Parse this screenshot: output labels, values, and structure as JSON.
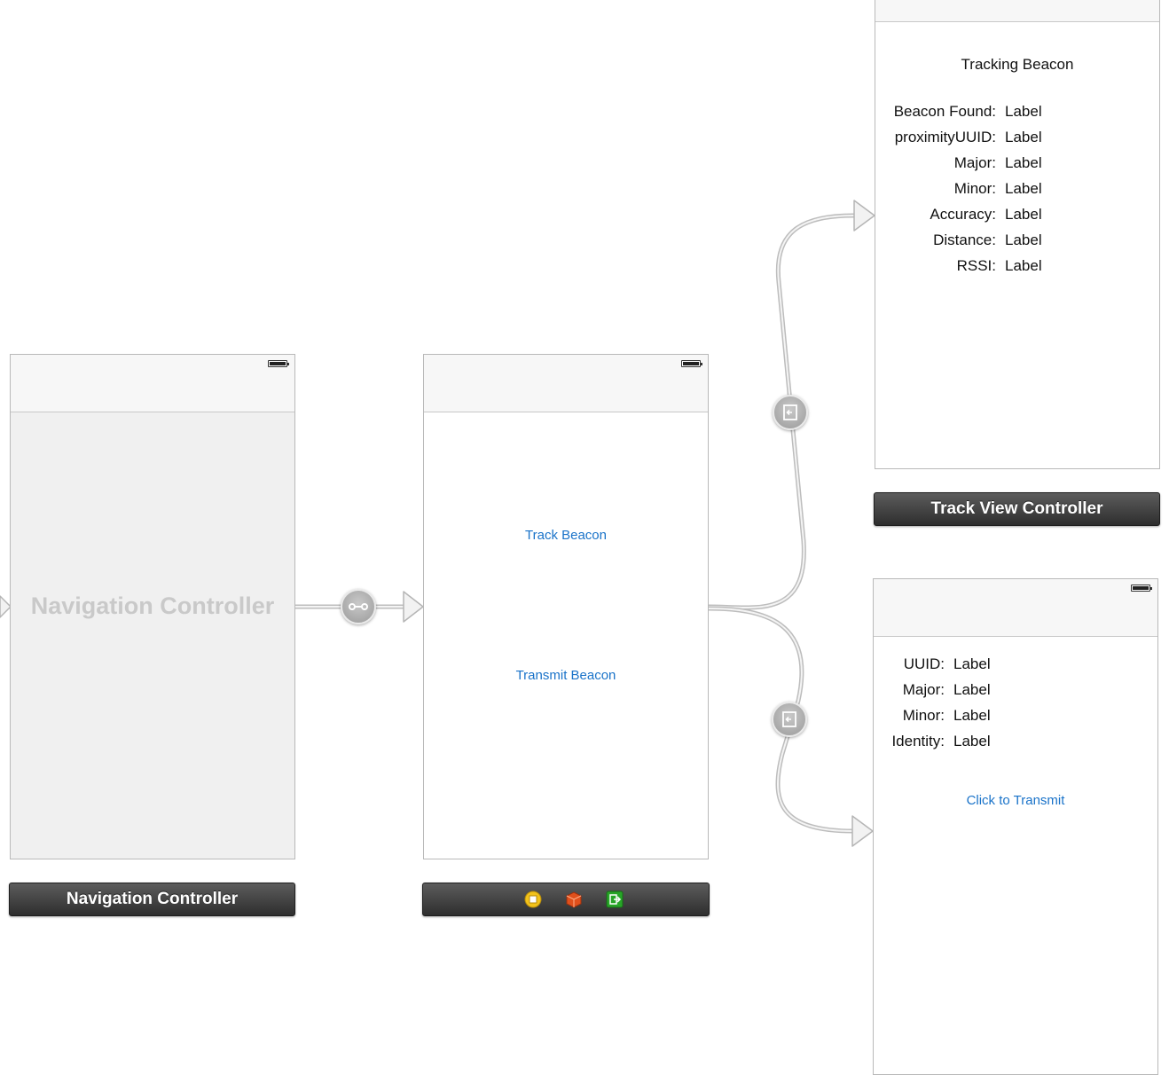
{
  "colors": {
    "link": "#1a73c9",
    "dock_bg": "#2e2e2e",
    "navbar_bg": "#f7f7f7",
    "nav_placeholder_bg": "#f0f0f0",
    "segue_badge": "#9a9a9a",
    "connector": "#c7c7c7"
  },
  "navigation_controller": {
    "placeholder_title": "Navigation Controller",
    "dock_title": "Navigation Controller"
  },
  "root_scene": {
    "track_button": "Track Beacon",
    "transmit_button": "Transmit Beacon",
    "dock_icons": [
      "view-controller-icon",
      "first-responder-icon",
      "exit-icon"
    ]
  },
  "track_scene": {
    "title": "Tracking Beacon",
    "rows": [
      {
        "name": "Beacon Found:",
        "value": "Label"
      },
      {
        "name": "proximityUUID:",
        "value": "Label"
      },
      {
        "name": "Major:",
        "value": "Label"
      },
      {
        "name": "Minor:",
        "value": "Label"
      },
      {
        "name": "Accuracy:",
        "value": "Label"
      },
      {
        "name": "Distance:",
        "value": "Label"
      },
      {
        "name": "RSSI:",
        "value": "Label"
      }
    ],
    "dock_title": "Track View Controller"
  },
  "transmit_scene": {
    "rows": [
      {
        "name": "UUID:",
        "value": "Label"
      },
      {
        "name": "Major:",
        "value": "Label"
      },
      {
        "name": "Minor:",
        "value": "Label"
      },
      {
        "name": "Identity:",
        "value": "Label"
      }
    ],
    "transmit_button": "Click to Transmit"
  },
  "segues": {
    "relationship_icon": "relationship-segue-icon",
    "push_icon": "push-segue-icon"
  }
}
